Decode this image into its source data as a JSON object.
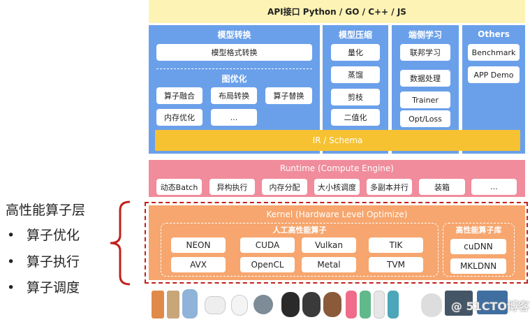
{
  "api": {
    "label": "API接口 Python / GO / C++ / JS"
  },
  "sections": {
    "model_convert": {
      "title": "模型转换",
      "format_convert": "模型格式转换",
      "graph_opt_title": "图优化",
      "graph_items": [
        "算子融合",
        "布局转换",
        "算子替换",
        "内存优化",
        "..."
      ]
    },
    "model_compress": {
      "title": "模型压缩",
      "items": [
        "量化",
        "蒸馏",
        "剪枝",
        "二值化"
      ]
    },
    "edge_learning": {
      "title": "端侧学习",
      "items": [
        "联邦学习",
        "数据处理",
        "Trainer",
        "Opt/Loss"
      ]
    },
    "others": {
      "title": "Others",
      "items": [
        "Benchmark",
        "APP Demo"
      ]
    }
  },
  "ir": {
    "label": "IR / Schema"
  },
  "runtime": {
    "title": "Runtime (Compute Engine)",
    "items": [
      "动态Batch",
      "异构执行",
      "内存分配",
      "大小核调度",
      "多副本并行",
      "装箱",
      "..."
    ]
  },
  "kernel": {
    "title": "Kernel (Hardware Level Optimize)",
    "manual_title": "人工高性能算子",
    "manual_items": [
      "NEON",
      "CUDA",
      "Vulkan",
      "TIK",
      "AVX",
      "OpenCL",
      "Metal",
      "TVM"
    ],
    "lib_title": "高性能算子库",
    "lib_items": [
      "cuDNN",
      "MKLDNN"
    ]
  },
  "side": {
    "title": "高性能算子层",
    "bullets": [
      "算子优化",
      "算子执行",
      "算子调度"
    ],
    "bullet_char": "•"
  },
  "watermark": "@ 51CTO博客",
  "colors": {
    "api_bg": "#fdf3b4",
    "blue": "#6aa0ea",
    "ir": "#f6c232",
    "runtime": "#f08c9c",
    "kernel": "#f6a66e",
    "highlight_border": "#c2201c"
  }
}
